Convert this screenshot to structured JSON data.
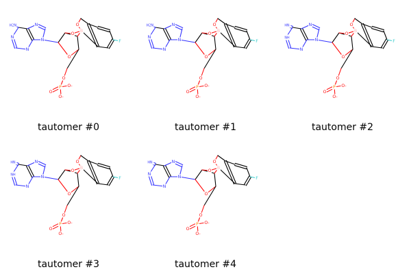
{
  "molecules": [
    {
      "legend": "tautomer #0",
      "base_top": "H2N",
      "base_top_bond": "single",
      "ring_nh": "",
      "oxygen_label": "O",
      "phosphorus_label": "P",
      "phosphate_o_top": "O",
      "phosphate_o_right": "O",
      "phosphate_o_left": "O",
      "phosphate_o_bottom": "O",
      "charge": "-",
      "fluorine_label": "F",
      "boron_label": "B",
      "ring_atoms": [
        "N",
        "N",
        "N",
        "N"
      ]
    },
    {
      "legend": "tautomer #1",
      "base_top": "H2N",
      "base_top_bond": "single",
      "ring_nh": "",
      "oxygen_label": "O",
      "phosphorus_label": "P",
      "phosphate_o_top": "O",
      "phosphate_o_right": "O",
      "phosphate_o_left": "O",
      "phosphate_o_bottom": "O",
      "charge": "-",
      "fluorine_label": "F",
      "boron_label": "B",
      "ring_atoms": [
        "N",
        "N",
        "N",
        "N"
      ]
    },
    {
      "legend": "tautomer #2",
      "base_top": "HN",
      "base_top_bond": "double",
      "ring_nh": "NH",
      "oxygen_label": "O",
      "phosphorus_label": "P",
      "phosphate_o_top": "O",
      "phosphate_o_right": "O",
      "phosphate_o_left": "O",
      "phosphate_o_bottom": "O",
      "charge": "-",
      "fluorine_label": "F",
      "boron_label": "B",
      "ring_atoms": [
        "N",
        "N",
        "N",
        "N"
      ]
    },
    {
      "legend": "tautomer #3",
      "base_top": "HN",
      "base_top_bond": "double",
      "ring_nh": "NH",
      "oxygen_label": "O",
      "phosphorus_label": "P",
      "phosphate_o_top": "O",
      "phosphate_o_right": "O",
      "phosphate_o_left": "O",
      "phosphate_o_bottom": "O",
      "charge": "-",
      "fluorine_label": "F",
      "boron_label": "B",
      "ring_atoms": [
        "N",
        "N",
        "N",
        "N"
      ]
    },
    {
      "legend": "tautomer #4",
      "base_top": "HN",
      "base_top_bond": "double",
      "ring_nh": "",
      "oxygen_label": "O",
      "phosphorus_label": "P",
      "phosphate_o_top": "O",
      "phosphate_o_right": "O",
      "phosphate_o_left": "O",
      "phosphate_o_bottom": "O",
      "charge": "-",
      "fluorine_label": "F",
      "boron_label": "B",
      "ring_atoms": [
        "N",
        "N",
        "N",
        "N"
      ]
    }
  ],
  "colors": {
    "bond": "#000000",
    "nitrogen": "#3333ff",
    "oxygen": "#ff0d0d",
    "phosphorus": "#ff8000",
    "fluorine": "#33cccc",
    "boron": "#ffb5b5"
  }
}
